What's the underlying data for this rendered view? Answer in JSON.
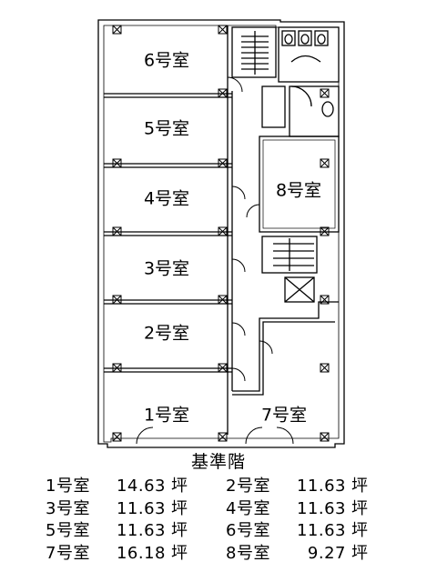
{
  "floor_title": "基準階",
  "rooms": [
    {
      "id": "room-6",
      "label": "6号室"
    },
    {
      "id": "room-5",
      "label": "5号室"
    },
    {
      "id": "room-4",
      "label": "4号室"
    },
    {
      "id": "room-3",
      "label": "3号室"
    },
    {
      "id": "room-2",
      "label": "2号室"
    },
    {
      "id": "room-1",
      "label": "1号室"
    },
    {
      "id": "room-8",
      "label": "8号室"
    },
    {
      "id": "room-7",
      "label": "7号室"
    }
  ],
  "area_table": [
    [
      {
        "room": "1号室",
        "value": "14.63",
        "unit": "坪"
      },
      {
        "room": "2号室",
        "value": "11.63",
        "unit": "坪"
      }
    ],
    [
      {
        "room": "3号室",
        "value": "11.63",
        "unit": "坪"
      },
      {
        "room": "4号室",
        "value": "11.63",
        "unit": "坪"
      }
    ],
    [
      {
        "room": "5号室",
        "value": "11.63",
        "unit": "坪"
      },
      {
        "room": "6号室",
        "value": "11.63",
        "unit": "坪"
      }
    ],
    [
      {
        "room": "7号室",
        "value": "16.18",
        "unit": "坪"
      },
      {
        "room": "8号室",
        "value": "9.27",
        "unit": "坪"
      }
    ]
  ]
}
